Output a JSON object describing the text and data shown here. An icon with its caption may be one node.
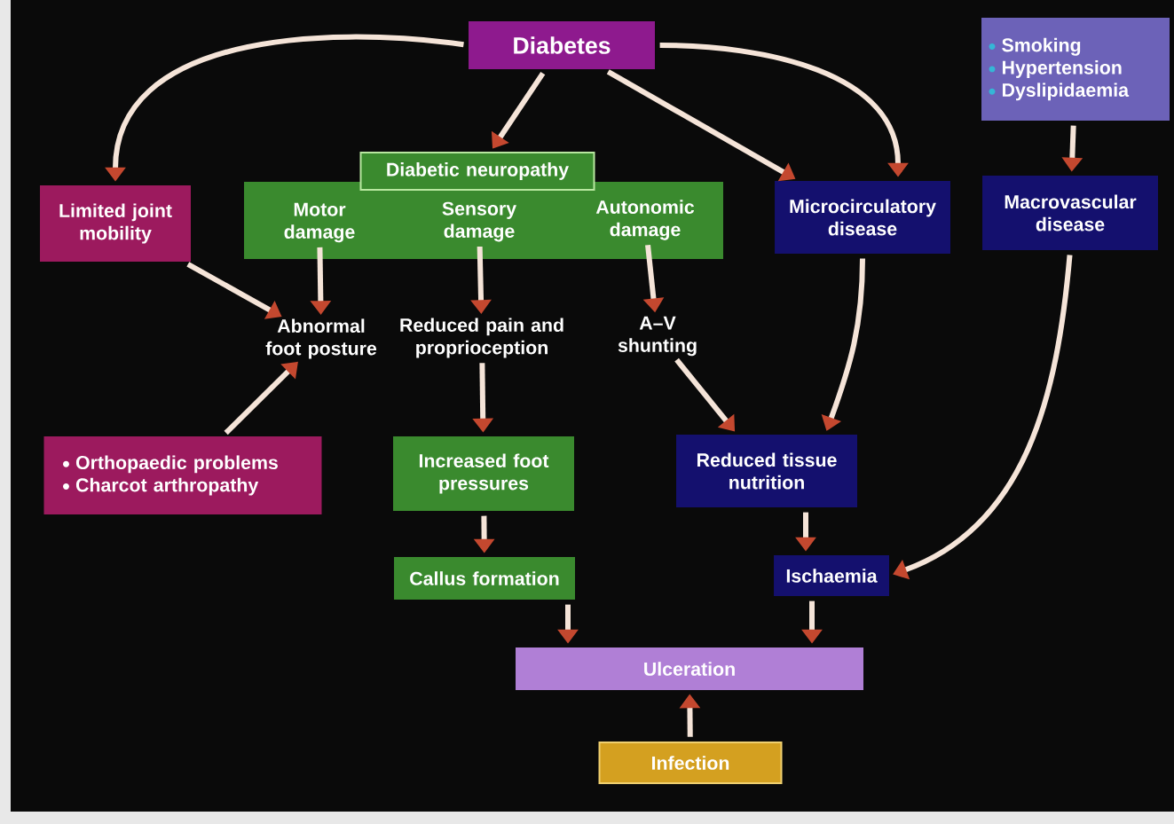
{
  "diagram": {
    "nodes": [
      {
        "text": [
          "Diabetes"
        ]
      },
      {
        "text": [
          "Smoking",
          "Hypertension",
          "Dyslipidaemia"
        ]
      },
      {
        "text": [
          "Limited joint mobility"
        ]
      },
      {
        "text": [
          "Diabetic neuropathy"
        ]
      },
      {
        "text": [
          "Motor damage"
        ],
        "in": 3
      },
      {
        "text": [
          "Sensory damage"
        ],
        "in": 3
      },
      {
        "text": [
          "Autonomic damage"
        ],
        "in": 3
      },
      {
        "text": [
          "Microcirculatory disease"
        ]
      },
      {
        "text": [
          "Macrovascular disease"
        ]
      },
      {
        "text": [
          "Abnormal foot posture"
        ]
      },
      {
        "text": [
          "Reduced pain and proprioception"
        ]
      },
      {
        "text": [
          "A–V shunting"
        ]
      },
      {
        "text": [
          "Orthopaedic problems",
          "Charcot arthropathy"
        ]
      },
      {
        "text": [
          "Increased foot pressures"
        ]
      },
      {
        "text": [
          "Reduced tissue nutrition"
        ]
      },
      {
        "text": [
          "Callus formation"
        ]
      },
      {
        "text": [
          "Ischaemia"
        ]
      },
      {
        "text": [
          "Ulceration"
        ]
      },
      {
        "text": [
          "Infection"
        ]
      }
    ],
    "edges": [
      {
        "from": 0,
        "to": 2,
        "arrow": "to"
      },
      {
        "from": 0,
        "to": 3,
        "arrow": "to"
      },
      {
        "from": 0,
        "to": 7,
        "arrow": "to"
      },
      {
        "from": 0,
        "to": 7,
        "arrow": "to"
      },
      {
        "from": 1,
        "to": 8,
        "arrow": "to"
      },
      {
        "from": 2,
        "to": 9,
        "arrow": "to"
      },
      {
        "from": 12,
        "to": 9,
        "arrow": "to"
      },
      {
        "from": 4,
        "to": 9,
        "arrow": "to"
      },
      {
        "from": 5,
        "to": 10,
        "arrow": "to"
      },
      {
        "from": 6,
        "to": 11,
        "arrow": "to"
      },
      {
        "from": 10,
        "to": 13,
        "arrow": "to"
      },
      {
        "from": 11,
        "to": 14,
        "arrow": "to"
      },
      {
        "from": 7,
        "to": 14,
        "arrow": "to"
      },
      {
        "from": 8,
        "to": 16,
        "arrow": "to"
      },
      {
        "from": 13,
        "to": 15,
        "arrow": "to"
      },
      {
        "from": 14,
        "to": 16,
        "arrow": "to"
      },
      {
        "from": 15,
        "to": 17,
        "arrow": "to"
      },
      {
        "from": 16,
        "to": 17,
        "arrow": "to"
      },
      {
        "from": 18,
        "to": 17,
        "arrow": "to"
      }
    ]
  }
}
